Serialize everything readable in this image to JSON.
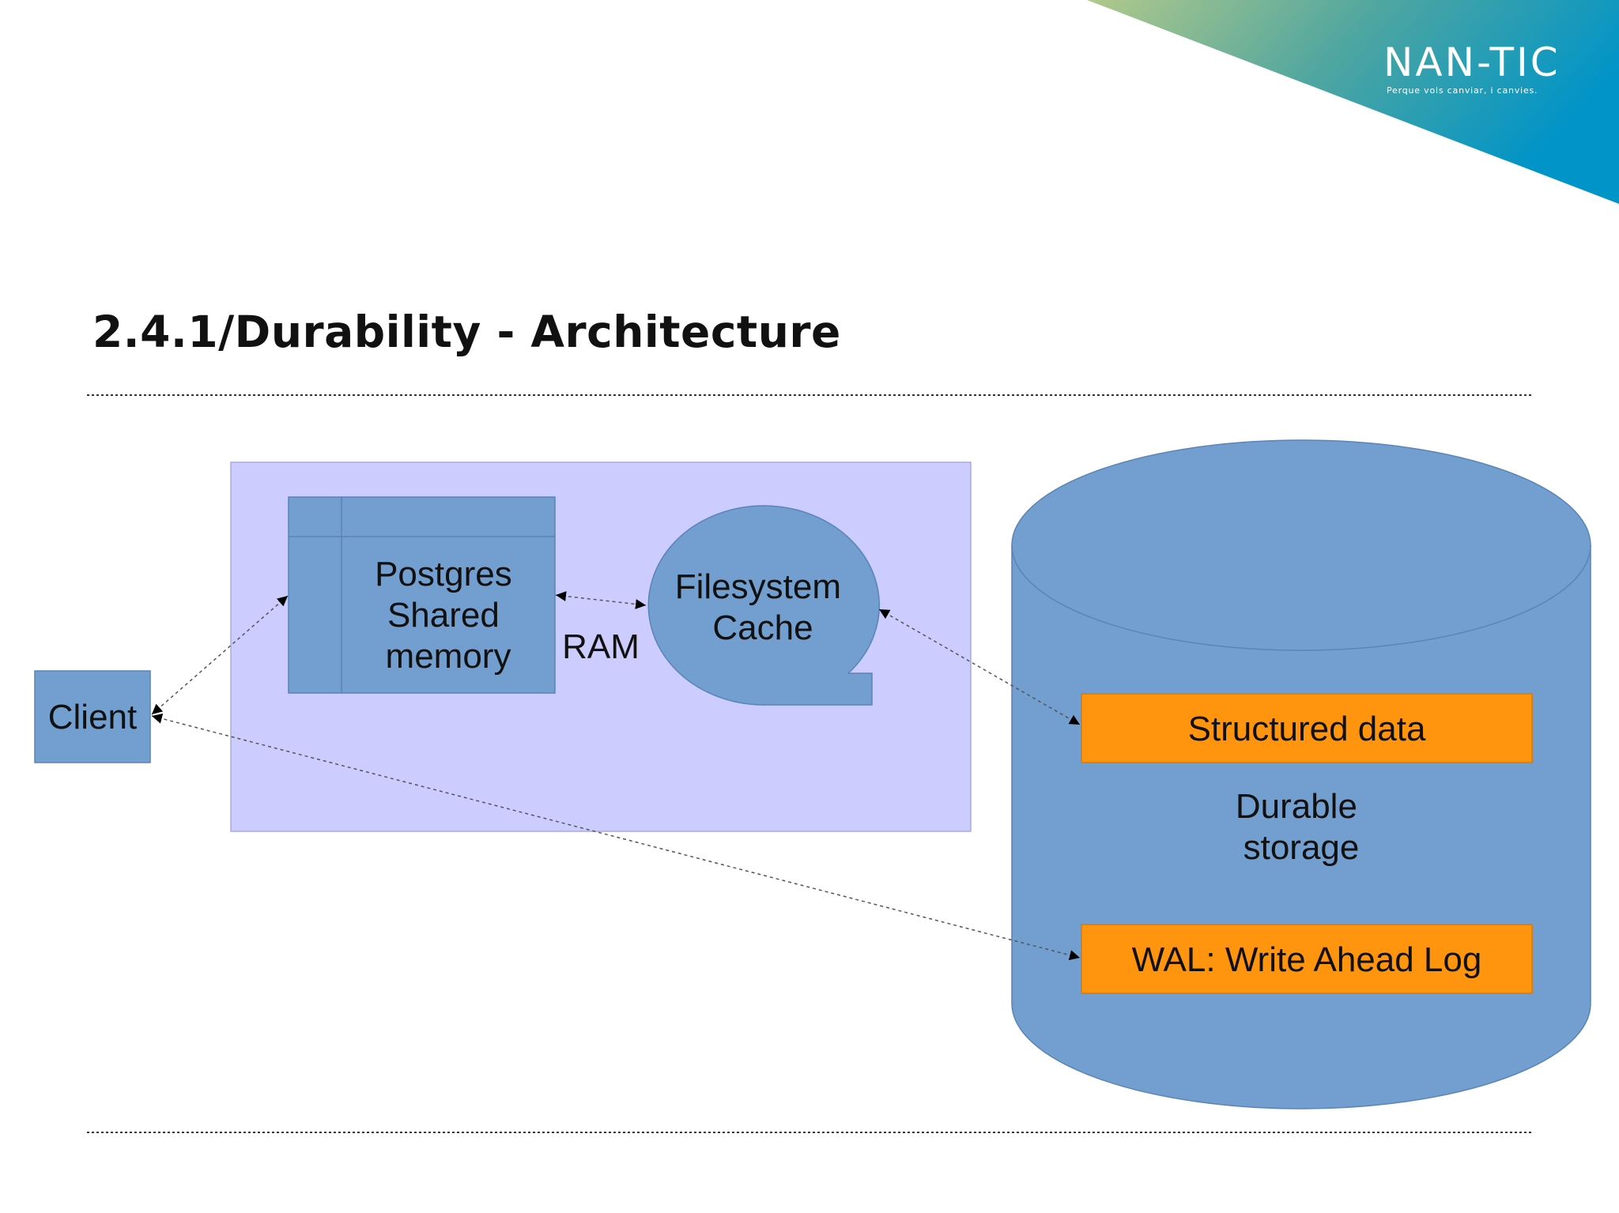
{
  "slide": {
    "title": "2.4.1/Durability - Architecture"
  },
  "brand": {
    "logo_text": "NAN-TIC",
    "tagline": "Perque vols canviar, i canvies."
  },
  "diagram": {
    "client_label": "Client",
    "shared_memory_label": [
      "Postgres",
      "Shared",
      "memory"
    ],
    "fs_cache_label": [
      "Filesystem",
      "Cache"
    ],
    "ram_label": "RAM",
    "storage_label": [
      "Durable",
      "storage"
    ],
    "structured_data_label": "Structured data",
    "wal_label": "WAL: Write Ahead Log"
  },
  "colors": {
    "ram_region": "#ccccff",
    "component_blue": "#729fcf",
    "storage_orange": "#ff950e",
    "text": "#111111",
    "logo_green": "#a8c686",
    "logo_blue": "#0096c8"
  }
}
